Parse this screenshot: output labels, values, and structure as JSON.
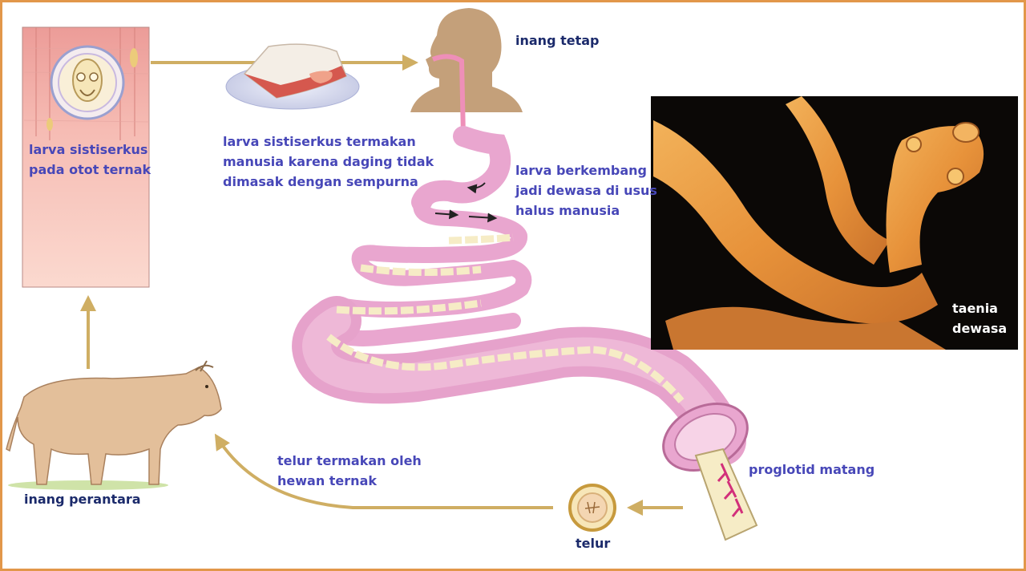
{
  "colors": {
    "frame": "#e2974a",
    "arrow": "#cfae63",
    "label_blue": "#4747b8",
    "label_navy": "#1b2a6b",
    "intestine": "#e9a6cf",
    "segment": "#f6ecc6"
  },
  "labels": {
    "muscle": "larva sistiserkus\npada otot ternak",
    "meat": "larva sistiserkus termakan\nmanusia karena daging tidak\ndimasak dengan sempurna",
    "definitive_host": "inang tetap",
    "develop": "larva berkembang\njadi dewasa di usus\nhalus manusia",
    "adult": "taenia\ndewasa",
    "proglottid": "proglotid matang",
    "egg": "telur",
    "eaten": "telur termakan oleh\nhewan ternak",
    "intermediate_host": "inang perantara"
  },
  "icons": [
    "muscle-panel",
    "meat-icon",
    "human-silhouette-icon",
    "intestine-icon",
    "tapeworm-photo",
    "proglottid-icon",
    "egg-icon",
    "cow-icon"
  ]
}
